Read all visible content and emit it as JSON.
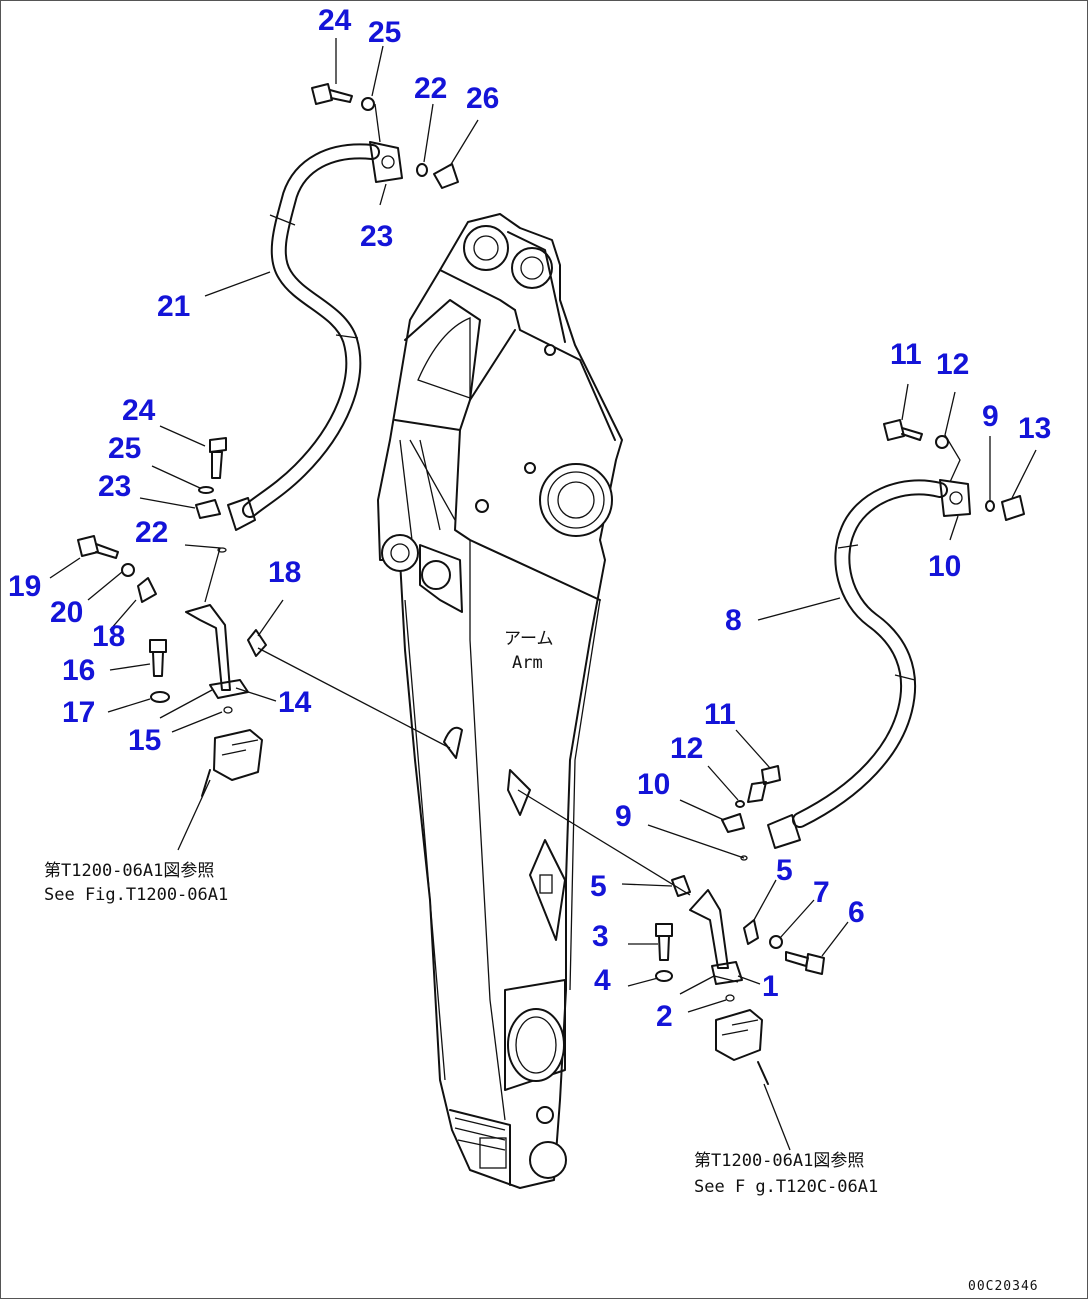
{
  "diagram": {
    "arm_label_jp": "アーム",
    "arm_label_en": "Arm",
    "note_left_jp": "第T1200-06A1図参照",
    "note_left_en": "See Fig.T1200-06A1",
    "note_right_jp": "第T1200-06A1図参照",
    "note_right_en": "See F g.T120C-06A1",
    "drawing_code": "00C20346",
    "callouts": {
      "c24_top": "24",
      "c25_top": "25",
      "c22_top": "22",
      "c26": "26",
      "c23_top": "23",
      "c21": "21",
      "c24_mid": "24",
      "c25_mid": "25",
      "c23_mid": "23",
      "c22_mid": "22",
      "c19": "19",
      "c20": "20",
      "c18_left": "18",
      "c18_right": "18",
      "c16": "16",
      "c17": "17",
      "c15": "15",
      "c14": "14",
      "c11_top": "11",
      "c12_top": "12",
      "c9_top": "9",
      "c13": "13",
      "c10_top": "10",
      "c8": "8",
      "c11_low": "11",
      "c12_low": "12",
      "c10_low": "10",
      "c9_low": "9",
      "c5_left": "5",
      "c5_right": "5",
      "c7": "7",
      "c6": "6",
      "c3": "3",
      "c4": "4",
      "c1": "1",
      "c2": "2"
    }
  }
}
